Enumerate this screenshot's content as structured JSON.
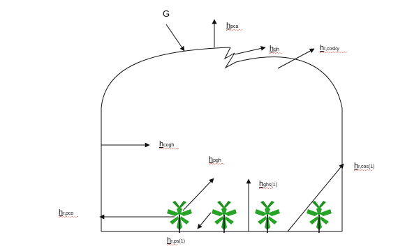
{
  "labels": {
    "G": "G",
    "h_pca": {
      "main": "h",
      "sub": "pca"
    },
    "h_gh": {
      "main": "h",
      "sub": "gh"
    },
    "h_r_cosky": {
      "main": "h",
      "sub": "r,cosky"
    },
    "h_cogh": {
      "main": "h",
      "sub": "cogh"
    },
    "h_pgh": {
      "main": "h",
      "sub": "pgh"
    },
    "h_ghs": {
      "main": "h",
      "sub": "ghs(1)"
    },
    "h_r_cos": {
      "main": "h",
      "sub": "r,cos(1)"
    },
    "h_r_pco": {
      "main": "h",
      "sub": "r,pco"
    },
    "h_r_ps": {
      "main": "h",
      "sub": "r,ps(1)"
    }
  },
  "colors": {
    "stroke": "#111111",
    "plant": "#27a327",
    "plant_dark": "#127012",
    "spellcheck": "#d21111"
  }
}
